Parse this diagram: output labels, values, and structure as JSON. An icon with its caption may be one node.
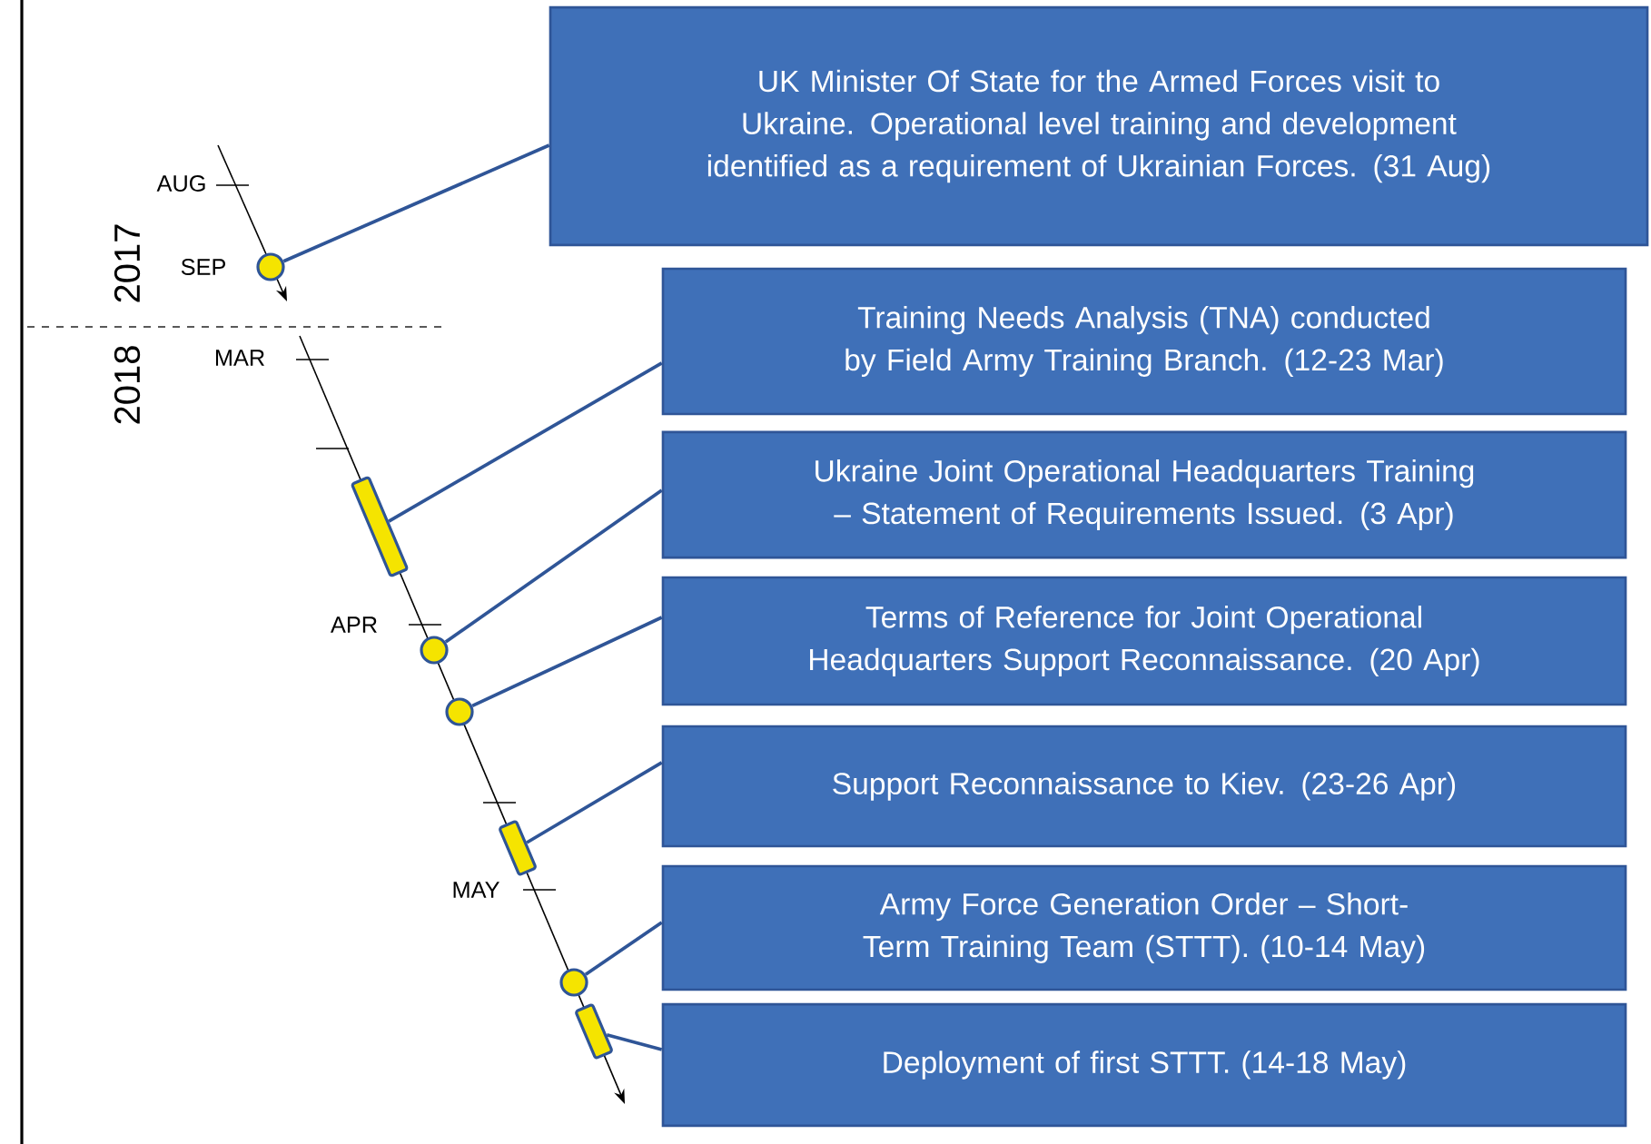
{
  "diagram": {
    "nodes": [
      {
        "text": [
          "UK Minister Of State for the Armed Forces visit to Ukraine. Operational level training and development identified as a requirement of Ukrainian Forces. (31 Aug)"
        ]
      },
      {
        "text": [
          "Training Needs Analysis (TNA) conducted by Field Army Training Branch. (12-23 Mar)"
        ]
      },
      {
        "text": [
          "Ukraine Joint Operational Headquarters Training – Statement of Requirements Issued. (3 Apr)"
        ]
      },
      {
        "text": [
          "Terms of Reference for Joint Operational Headquarters Support Reconnaissance. (20 Apr)"
        ]
      },
      {
        "text": [
          "Support Reconnaissance to Kiev. (23-26 Apr)"
        ]
      },
      {
        "text": [
          "Army Force Generation Order – Short-Term Training Team (STTT). (10-14 May)"
        ]
      },
      {
        "text": [
          "Deployment of first STTT. (14-18 May)"
        ]
      },
      {
        "text": [],
        "shape": "circle"
      },
      {
        "text": [],
        "shape": "bar"
      },
      {
        "text": [],
        "shape": "circle"
      },
      {
        "text": [],
        "shape": "circle"
      },
      {
        "text": [],
        "shape": "bar"
      },
      {
        "text": [],
        "shape": "circle"
      },
      {
        "text": [],
        "shape": "bar"
      }
    ],
    "edges": [
      {
        "from": 7,
        "to": 0,
        "arrow": "none"
      },
      {
        "from": 8,
        "to": 1,
        "arrow": "none"
      },
      {
        "from": 9,
        "to": 2,
        "arrow": "none"
      },
      {
        "from": 10,
        "to": 3,
        "arrow": "none"
      },
      {
        "from": 11,
        "to": 4,
        "arrow": "none"
      },
      {
        "from": 12,
        "to": 5,
        "arrow": "none"
      },
      {
        "from": 13,
        "to": 6,
        "arrow": "none"
      }
    ],
    "labels": [
      "AUG",
      "2017",
      "SEP",
      "MAR",
      "2018",
      "APR",
      "MAY"
    ]
  }
}
